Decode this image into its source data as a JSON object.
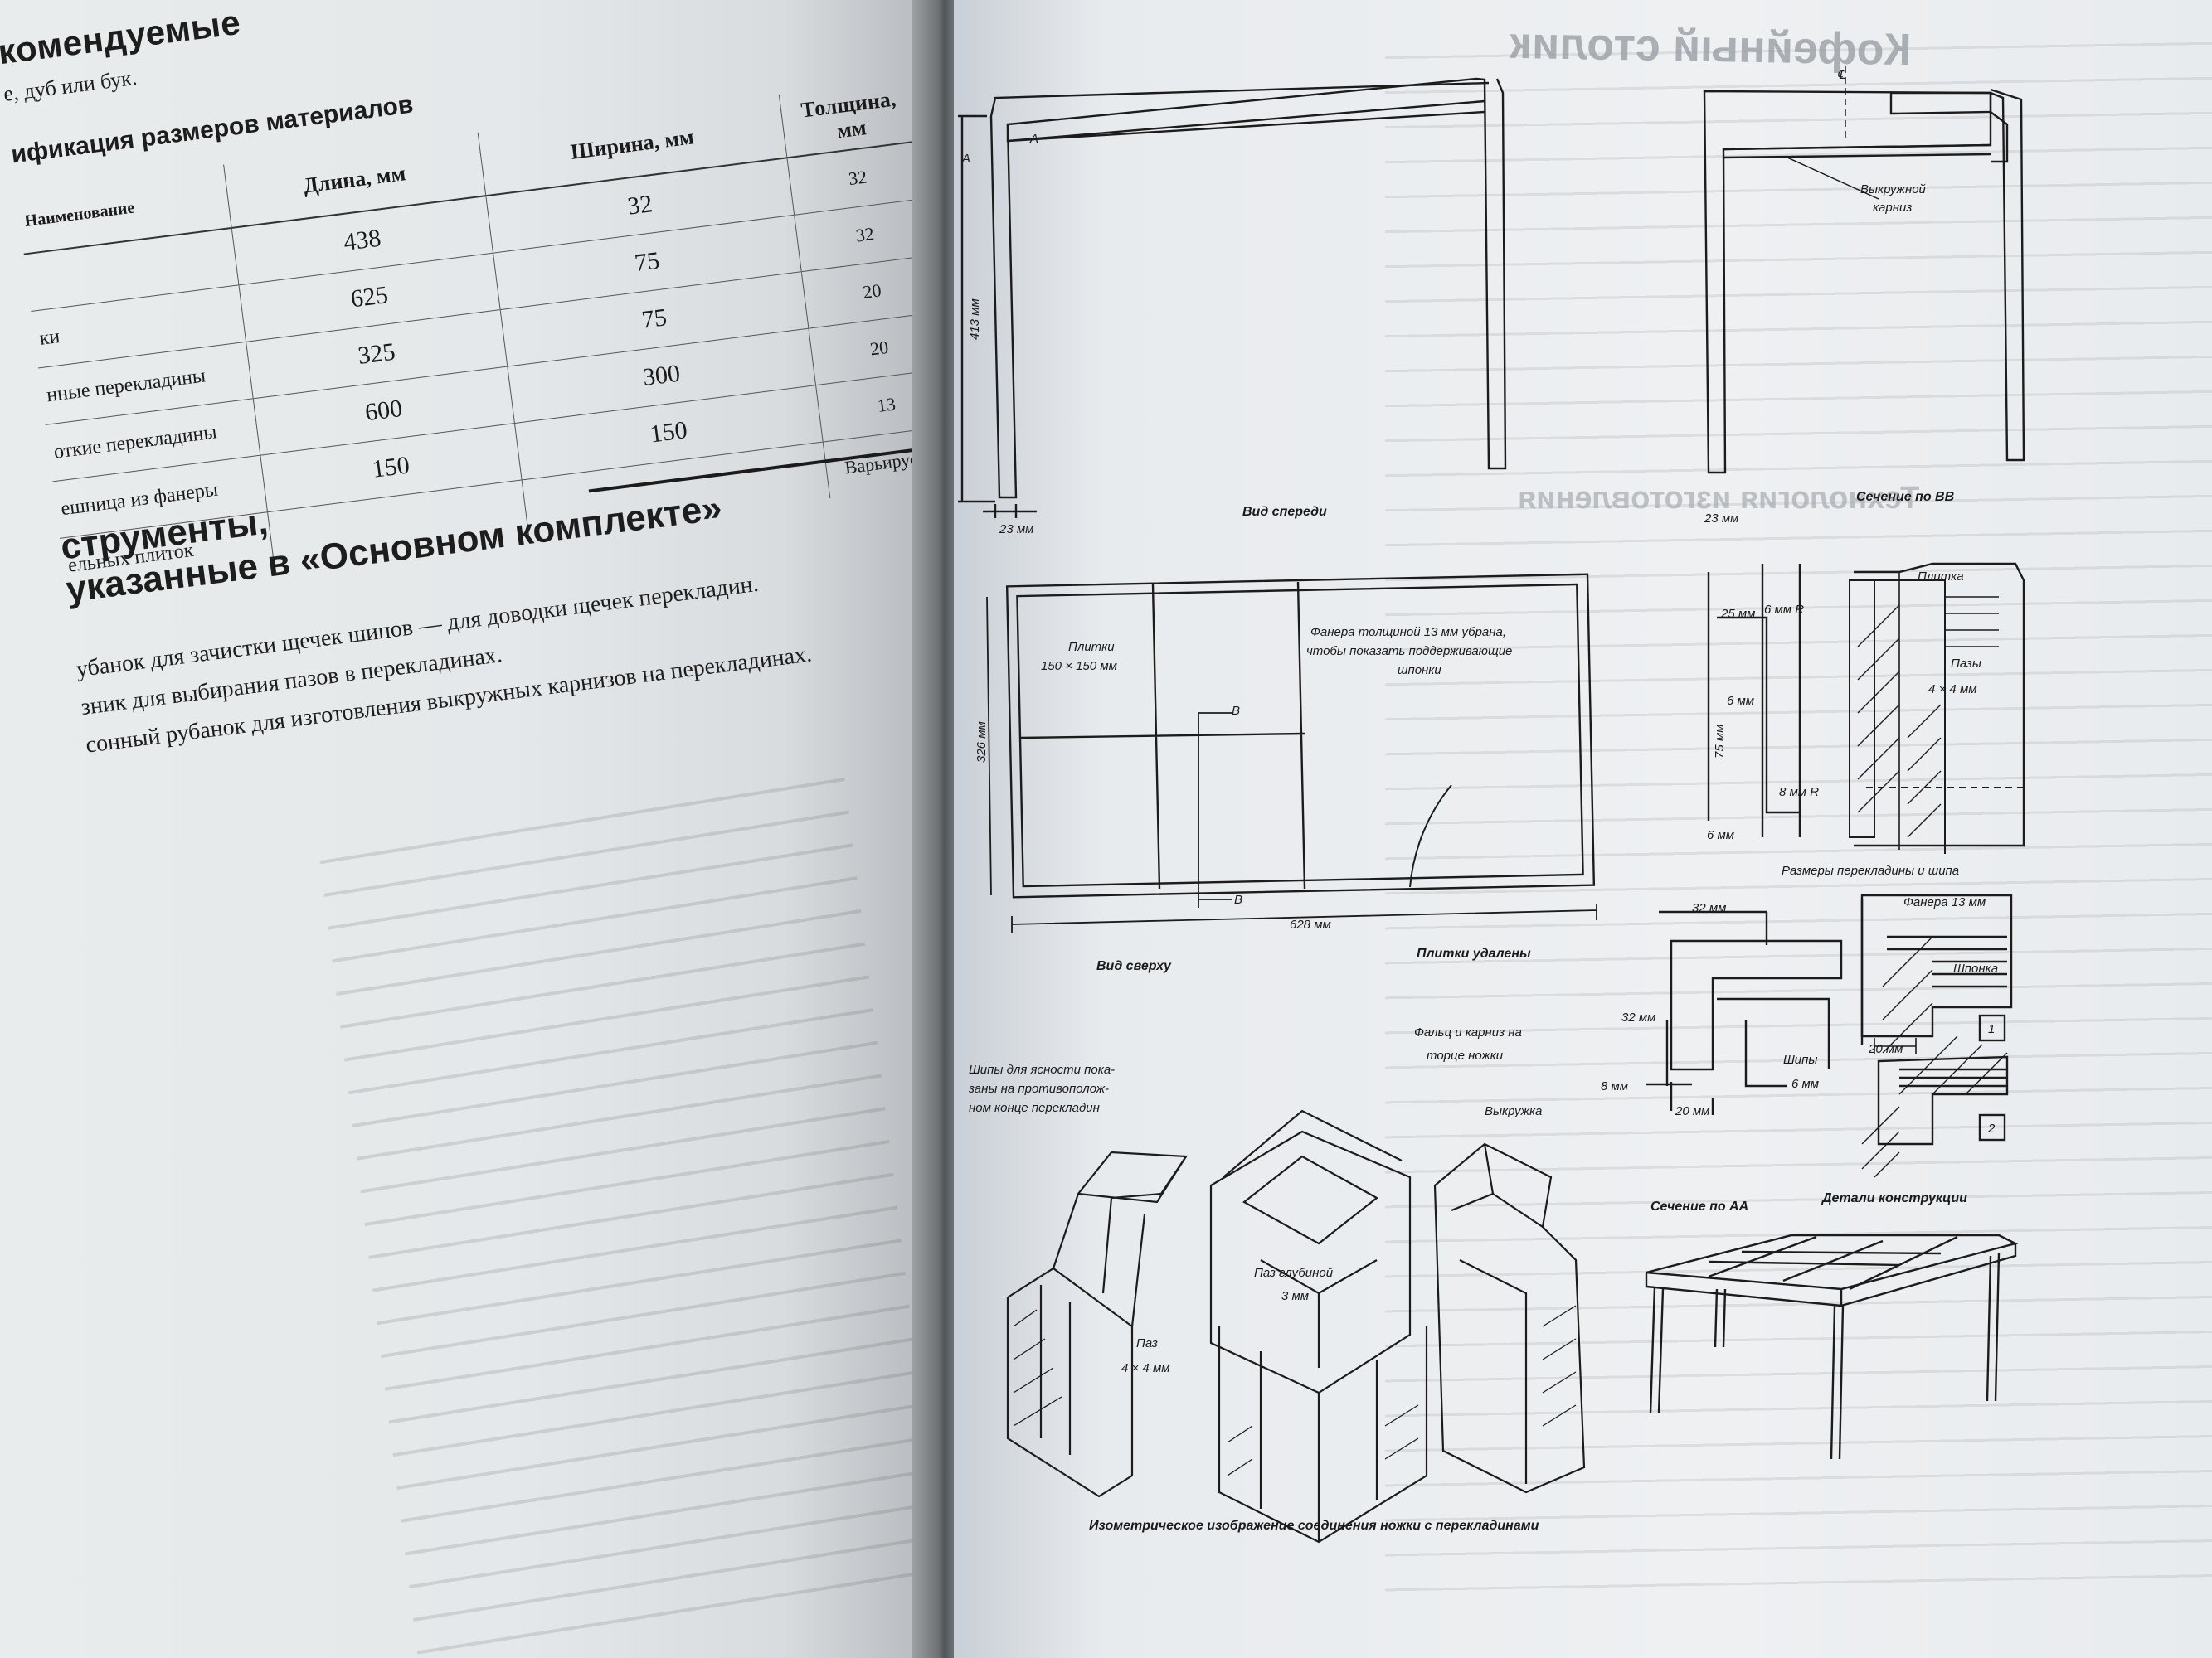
{
  "left_page": {
    "heading": "комендуемые",
    "subheading": "е, дуб или бук.",
    "table_title": "ификация размеров материалов",
    "table": {
      "headers": [
        "Наименование",
        "Длина, мм",
        "Ширина, мм",
        "Толщина, мм"
      ],
      "rows": [
        [
          "",
          "438",
          "32",
          "32"
        ],
        [
          "ки",
          "625",
          "75",
          "32"
        ],
        [
          "нные перекладины",
          "325",
          "75",
          "20"
        ],
        [
          "откие перекладины",
          "600",
          "300",
          "20"
        ],
        [
          "ешница из фанеры",
          "150",
          "150",
          "13"
        ],
        [
          "ельных плиток",
          "",
          "",
          "Варьируется"
        ]
      ]
    },
    "tools_title_line1": "струменты,",
    "tools_title_line2": "указанные в «Основном комплекте»",
    "tools": [
      "убанок для зачистки щечек шипов — для доводки щечек перекладин.",
      "зник для выбирания пазов в перекладинах.",
      "сонный рубанок для изготовления выкружных карнизов на перекладинах."
    ]
  },
  "right_page": {
    "ghost_title": "Кофейный столик",
    "ghost_heading": "Технология изготовления",
    "labels": {
      "front_view": "Вид спереди",
      "height_413": "413 мм",
      "dim_23a": "23 мм",
      "dim_23b": "23 мм",
      "section_bb": "Сечение по ВВ",
      "cove": "Выкружной",
      "cove2": "карниз",
      "top_view": "Вид сверху",
      "tiles_removed": "Плитки удалены",
      "tiles": "Плитки",
      "tiles_size": "150 × 150 мм",
      "plywood_note1": "Фанера толщиной 13 мм убрана,",
      "plywood_note2": "чтобы показать поддерживающие",
      "plywood_note3": "шпонки",
      "dim_326": "326 мм",
      "dim_628": "628 мм",
      "mark_b1": "B",
      "mark_b2": "B",
      "mark_a1": "A",
      "mark_a2": "A",
      "mark_l": "℄",
      "dim_25": "25 мм",
      "dim_6r": "6 мм R",
      "dim_6a": "6 мм",
      "dim_75": "75 мм",
      "dim_8r": "8 мм R",
      "dim_6b": "6 мм",
      "dim_6c": "6 мм",
      "tile": "Плитка",
      "grooves": "Пазы",
      "grooves_size": "4 × 4 мм",
      "rail_tenon_sizes": "Размеры перекладины и шипа",
      "dim_32a": "32 мм",
      "dim_32b": "32 мм",
      "dim_8": "8 мм",
      "dim_20a": "20 мм",
      "tenons": "Шипы",
      "tenons_size": "6 мм",
      "section_aa": "Сечение по АА",
      "plywood13": "Фанера 13 мм",
      "key": "Шпонка",
      "dim_20b": "20 мм",
      "detail1": "1",
      "detail2": "2",
      "construction_details": "Детали конструкции",
      "rebate1": "Фальц и карниз на",
      "rebate2": "торце ножки",
      "cove_short": "Выкружка",
      "tenons_note1": "Шипы для ясности пока-",
      "tenons_note2": "заны на противополож-",
      "tenons_note3": "ном конце перекладин",
      "groove_depth1": "Паз глубиной",
      "groove_depth2": "3 мм",
      "groove1": "Паз",
      "groove1_size": "4 × 4 мм",
      "isometric": "Изометрическое изображение соединения ножки с перекладинами"
    }
  }
}
